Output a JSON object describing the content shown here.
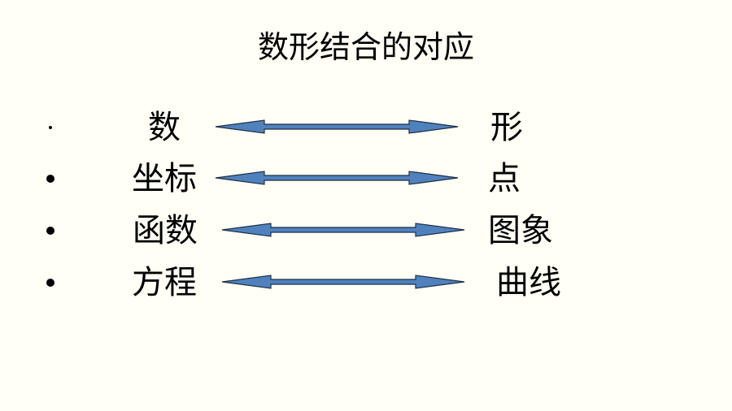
{
  "slide": {
    "title": "数形结合的对应",
    "rows": [
      {
        "left": "数",
        "right": "形"
      },
      {
        "left": "坐标",
        "right": "点"
      },
      {
        "left": "函数",
        "right": "图象"
      },
      {
        "left": "方程",
        "right": "曲线"
      }
    ]
  },
  "colors": {
    "background": "#fffff5",
    "arrow_fill": "#4f81bd",
    "arrow_stroke": "#1f2f45",
    "text": "#000000"
  },
  "icons": {
    "arrow": "double-headed-arrow-icon",
    "bullet": "bullet-dot-icon"
  }
}
